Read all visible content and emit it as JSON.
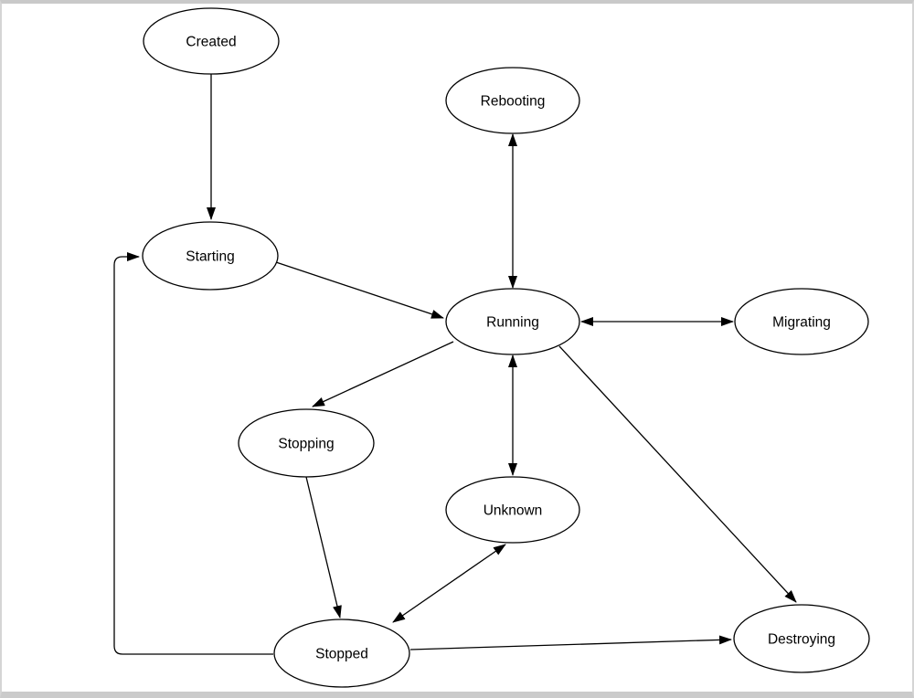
{
  "diagram": {
    "type": "state-diagram",
    "nodes": [
      {
        "id": "created",
        "label": "Created"
      },
      {
        "id": "rebooting",
        "label": "Rebooting"
      },
      {
        "id": "starting",
        "label": "Starting"
      },
      {
        "id": "running",
        "label": "Running"
      },
      {
        "id": "migrating",
        "label": "Migrating"
      },
      {
        "id": "stopping",
        "label": "Stopping"
      },
      {
        "id": "unknown",
        "label": "Unknown"
      },
      {
        "id": "stopped",
        "label": "Stopped"
      },
      {
        "id": "destroying",
        "label": "Destroying"
      }
    ],
    "edges": [
      {
        "from": "created",
        "to": "starting",
        "bidirectional": false
      },
      {
        "from": "starting",
        "to": "running",
        "bidirectional": false
      },
      {
        "from": "running",
        "to": "rebooting",
        "bidirectional": true
      },
      {
        "from": "running",
        "to": "migrating",
        "bidirectional": true
      },
      {
        "from": "running",
        "to": "stopping",
        "bidirectional": false
      },
      {
        "from": "running",
        "to": "unknown",
        "bidirectional": true
      },
      {
        "from": "running",
        "to": "destroying",
        "bidirectional": false
      },
      {
        "from": "stopping",
        "to": "stopped",
        "bidirectional": false
      },
      {
        "from": "unknown",
        "to": "stopped",
        "bidirectional": true
      },
      {
        "from": "stopped",
        "to": "destroying",
        "bidirectional": false
      },
      {
        "from": "stopped",
        "to": "starting",
        "bidirectional": false
      }
    ],
    "colors": {
      "node_fill": "#ffffff",
      "node_stroke": "#000000",
      "edge_stroke": "#000000",
      "canvas_background": "#ffffff",
      "frame_border": "#c9c9c9"
    }
  }
}
